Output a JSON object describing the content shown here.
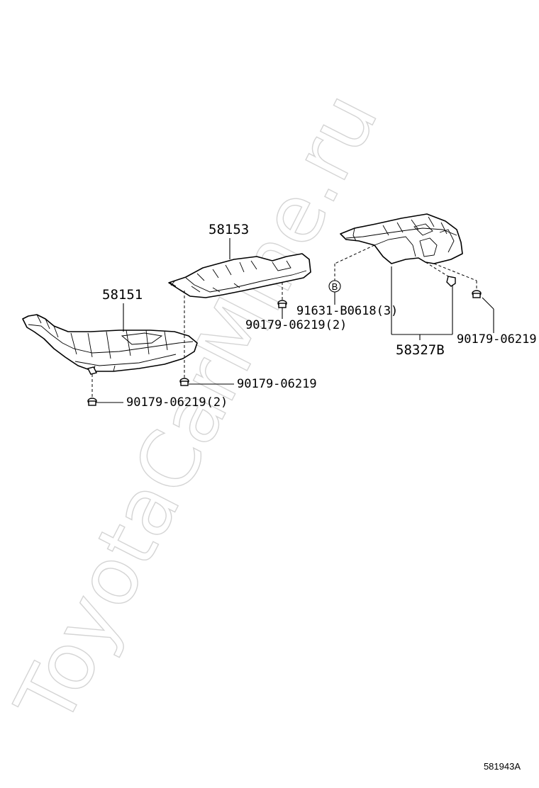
{
  "watermark": "ToyotaCarMine.ru",
  "diagram_code": "581943A",
  "ref_marker": "B",
  "parts": {
    "p58151": "58151",
    "p58153": "58153",
    "p58327b": "58327B"
  },
  "fasteners": {
    "bolt_58153": "90179-06219(2)",
    "bolt_58151_right": "90179-06219",
    "bolt_58151_bottom": "90179-06219(2)",
    "clip_91631": "91631-B0618(3)",
    "bolt_58327b": "90179-06219"
  }
}
